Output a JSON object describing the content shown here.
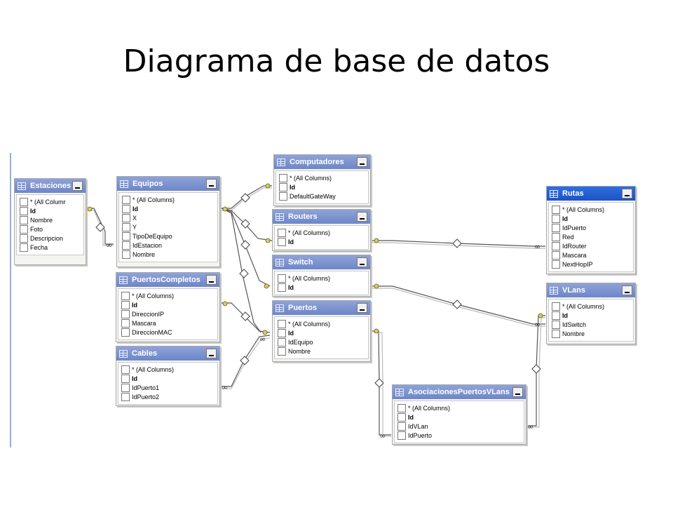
{
  "title": "Diagrama de base de datos",
  "tables": [
    {
      "id": "estaciones",
      "name": "Estaciones",
      "columns": [
        "* (All Columr",
        "Id",
        "Nombre",
        "Foto",
        "Descripcion",
        "Fecha"
      ]
    },
    {
      "id": "equipos",
      "name": "Equipos",
      "columns": [
        "* (All Columns)",
        "Id",
        "X",
        "Y",
        "TipoDeEquipo",
        "IdEstacion",
        "Nombre"
      ]
    },
    {
      "id": "computadores",
      "name": "Computadores",
      "columns": [
        "* (All Columns)",
        "Id",
        "DefaultGateWay"
      ]
    },
    {
      "id": "routers",
      "name": "Routers",
      "columns": [
        "* (All Columns)",
        "Id"
      ]
    },
    {
      "id": "switch",
      "name": "Switch",
      "columns": [
        "* (All Columns)",
        "Id"
      ]
    },
    {
      "id": "puertos",
      "name": "Puertos",
      "columns": [
        "* (All Columns)",
        "Id",
        "IdEquipo",
        "Nombre"
      ]
    },
    {
      "id": "puertoscompletos",
      "name": "PuertosCompletos",
      "columns": [
        "* (All Columns)",
        "Id",
        "DireccionIP",
        "Mascara",
        "DireccionMAC"
      ]
    },
    {
      "id": "cables",
      "name": "Cables",
      "columns": [
        "* (All Columns)",
        "Id",
        "IdPuerto1",
        "IdPuerto2"
      ]
    },
    {
      "id": "rutas",
      "name": "Rutas",
      "active": true,
      "columns": [
        "* (All Columns)",
        "Id",
        "IdPuerto",
        "Red",
        "IdRouter",
        "Mascara",
        "NextHopIP"
      ]
    },
    {
      "id": "vlans",
      "name": "VLans",
      "columns": [
        "* (All Columns)",
        "Id",
        "IdSwitch",
        "Nombre"
      ]
    },
    {
      "id": "asociaciones",
      "name": "AsociacionesPuertosVLans",
      "columns": [
        "* (All Columns)",
        "Id",
        "IdVLan",
        "IdPuerto"
      ]
    }
  ]
}
